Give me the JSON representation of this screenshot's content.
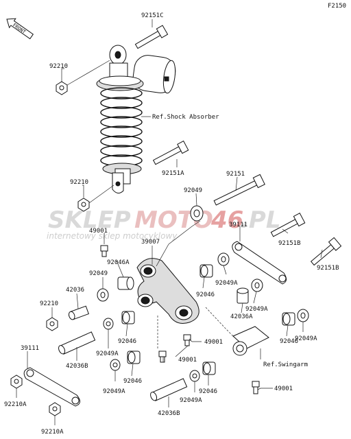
{
  "diagram": {
    "code": "F2150",
    "front_label": "FRONT",
    "watermark": {
      "brand_a": "SKLEP",
      "brand_b": "MOTO",
      "brand_c": "46",
      "brand_d": ".PL",
      "tagline": "internetowy sklep motocyklowy"
    },
    "labels": {
      "p92151C": "92151C",
      "p92210_top": "92210",
      "ref_shock": "Ref.Shock Absorber",
      "p92151A": "92151A",
      "p92210_mid": "92210",
      "p92049_top": "92049",
      "p92151": "92151",
      "p49001_a": "49001",
      "p39007": "39007",
      "p39111_top": "39111",
      "p92151B_a": "92151B",
      "p92046A": "92046A",
      "p92151B_b": "92151B",
      "p92049_mid": "92049",
      "p92049A_a": "92049A",
      "p42036": "42036",
      "p92046_a": "92046",
      "p92049A_b": "92049A",
      "p92210_low": "92210",
      "p42036A": "42036A",
      "p92046_b": "92046",
      "p49001_b": "49001",
      "p92046_c": "92046",
      "p92049A_c": "92049A",
      "p39111_low": "39111",
      "p42036B_a": "42036B",
      "p92049A_d": "92049A",
      "p49001_c": "49001",
      "ref_swingarm": "Ref.Swingarm",
      "p92046_d": "92046",
      "p92049A_e": "92049A",
      "p92046_e": "92046",
      "p92049A_f": "92049A",
      "p49001_d": "49001",
      "p92210A_a": "92210A",
      "p42036B_b": "42036B",
      "p92210A_b": "92210A"
    }
  }
}
